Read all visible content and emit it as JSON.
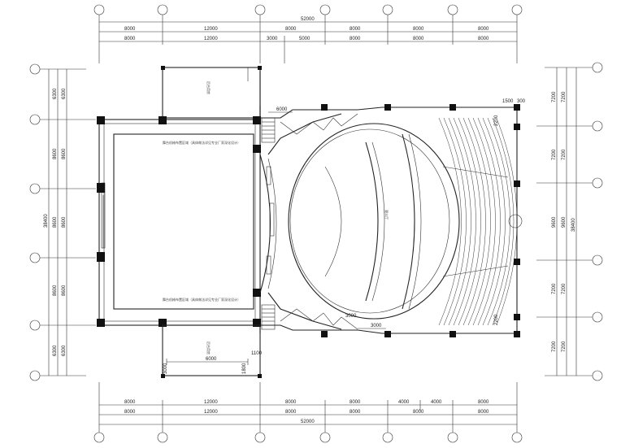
{
  "drawing": {
    "top_dimensions": {
      "overall": "52000",
      "row1": [
        "8000",
        "12000",
        "8000",
        "8000",
        "8000",
        "8000"
      ],
      "row2": [
        "8000",
        "12000",
        "3000",
        "5000",
        "8000",
        "8000",
        "8000"
      ]
    },
    "bottom_dimensions": {
      "overall": "52000",
      "row1": [
        "8000",
        "12000",
        "8000",
        "8000",
        "4000",
        "4000",
        "8000"
      ],
      "row2": [
        "8000",
        "12000",
        "8000",
        "8000",
        "8000",
        "8000"
      ]
    },
    "left_dimensions": {
      "overall": "38400",
      "segments": [
        "6300",
        "8600",
        "8600",
        "8600",
        "6300"
      ]
    },
    "right_dimensions": {
      "overall": "38400",
      "segments": [
        "7200",
        "7200",
        "9600",
        "7200",
        "7200"
      ]
    },
    "interior_dimensions": {
      "stage_top": "6000",
      "stage_bottom_a": "3000",
      "stage_bottom_b": "6000",
      "side_a": "1100",
      "side_b": "1800",
      "right_top": "1500",
      "right_top_b": "300",
      "right_small": "2200",
      "right_small_b": "2200",
      "lower_a": "3000",
      "lower_b": "3000"
    },
    "labels": {
      "stage_note_top": "舞台机械布置区域（具体做法详见专业厂家深化设计）",
      "stage_note_bottom": "舞台机械布置区域（具体做法详见专业厂家深化设计）",
      "auditorium": "观众厅",
      "room_top": "后台用房",
      "room_bottom": "后台用房"
    }
  }
}
